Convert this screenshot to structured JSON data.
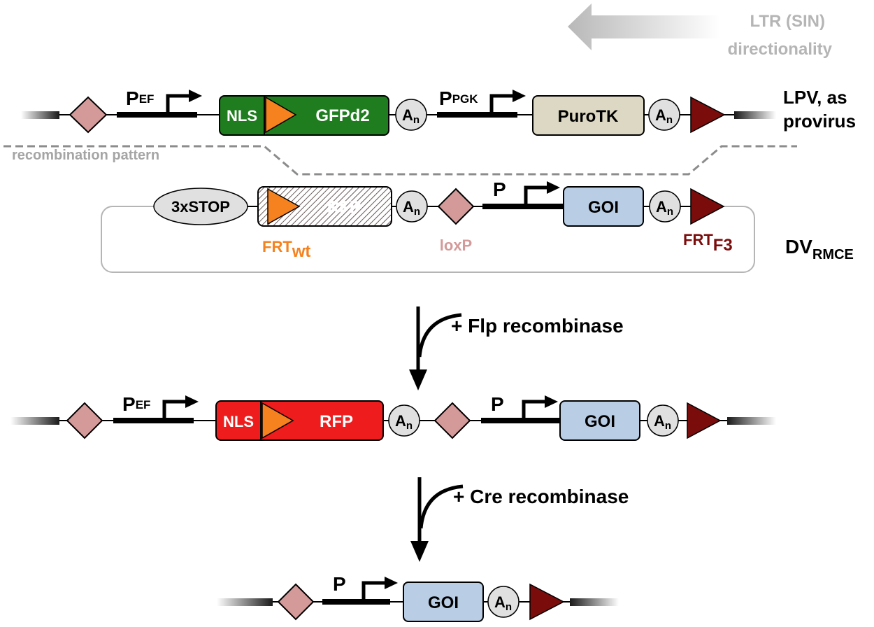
{
  "directionality": {
    "line1": "LTR (SIN)",
    "line2": "directionality"
  },
  "lpv": {
    "promoter1_main": "P",
    "promoter1_sub": "EF",
    "nls": "NLS",
    "gfp": "GFPd2",
    "polya_main": "A",
    "polya_sub": "n",
    "promoter2_main": "P",
    "promoter2_sub": "PGK",
    "purotk": "PuroTK",
    "label_line1": "LPV, as",
    "label_line2": "provirus"
  },
  "recombination_pattern": "recombination pattern",
  "dv": {
    "stop": "3xSTOP",
    "rfp": "RFP",
    "promoter": "P",
    "goi": "GOI",
    "frt_wt_main": "FRT",
    "frt_wt_sub": "wt",
    "loxp": "loxP",
    "frt_f3_main": "FRT",
    "frt_f3_sub": "F3",
    "label_main": "DV",
    "label_sub": "RMCE"
  },
  "step1": {
    "enzyme": "+ Flp recombinase",
    "promoter_main": "P",
    "promoter_sub": "EF",
    "nls": "NLS",
    "rfp": "RFP",
    "promoter2": "P",
    "goi": "GOI"
  },
  "step2": {
    "enzyme": "+ Cre recombinase",
    "promoter": "P",
    "goi": "GOI"
  },
  "colors": {
    "loxp": "#d49a9a",
    "frt_wt": "#f5821f",
    "frt_f3": "#7b0c0c",
    "gfp_box": "#1f7d1f",
    "rfp_box": "#ee1c1c",
    "puro_box": "#ddd8c4",
    "goi_box": "#b9cde5",
    "polya": "#e0e0e0",
    "dashed": "#8c8c8c"
  }
}
